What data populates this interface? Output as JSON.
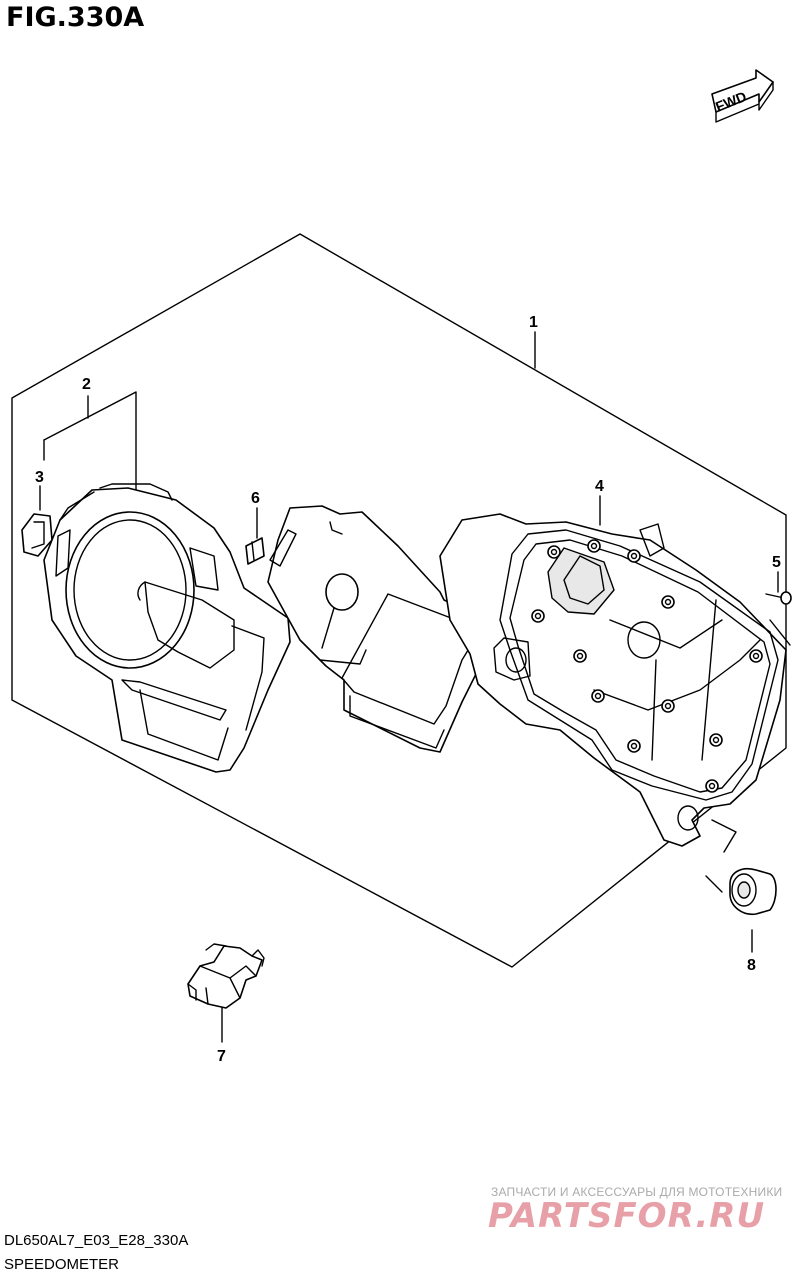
{
  "figure": {
    "title": "FIG.330A",
    "fwd_label": "FWD",
    "diagram_code": "DL650AL7_E03_E28_330A",
    "diagram_name": "SPEEDOMETER"
  },
  "callouts": [
    {
      "id": "1",
      "label": "1"
    },
    {
      "id": "2",
      "label": "2"
    },
    {
      "id": "3",
      "label": "3"
    },
    {
      "id": "4",
      "label": "4"
    },
    {
      "id": "5",
      "label": "5"
    },
    {
      "id": "6",
      "label": "6"
    },
    {
      "id": "7",
      "label": "7"
    },
    {
      "id": "8",
      "label": "8"
    }
  ],
  "watermark": {
    "subtitle": "ЗАПЧАСТИ И АКСЕССУАРЫ ДЛЯ МОТОТЕХНИКИ",
    "brand": "PARTSFOR.RU",
    "color": "#e8a0a8"
  }
}
